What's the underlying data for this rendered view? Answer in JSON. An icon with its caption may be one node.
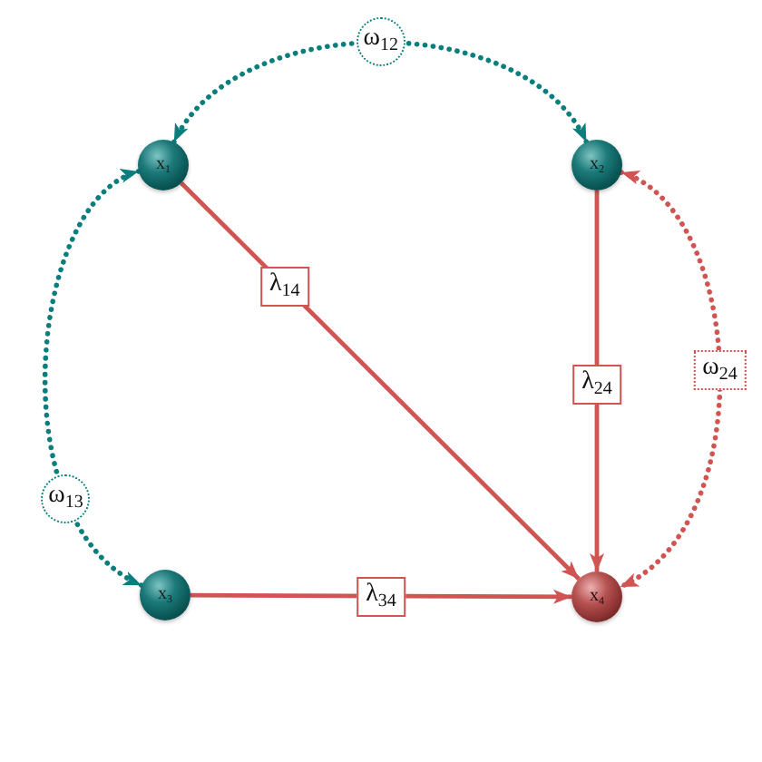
{
  "diagram": {
    "nodes": [
      {
        "text": [
          "x$_{1}$"
        ]
      },
      {
        "text": [
          "x$_{2}$"
        ]
      },
      {
        "text": [
          "x$_{3}$"
        ]
      },
      {
        "text": [
          "x$_{4}$"
        ]
      }
    ],
    "edges": [
      {
        "from": 0,
        "to": 1,
        "arrow": "both",
        "label": "ω$_{12}$",
        "style": "dashed",
        "color": "#0a7d7d"
      },
      {
        "from": 0,
        "to": 2,
        "arrow": "both",
        "label": "ω$_{13}$",
        "style": "dashed",
        "color": "#0a7d7d"
      },
      {
        "from": 0,
        "to": 3,
        "arrow": "to",
        "label": "λ$_{14}$"
      },
      {
        "from": 1,
        "to": 3,
        "arrow": "to",
        "label": "λ$_{24}$"
      },
      {
        "from": 1,
        "to": 3,
        "arrow": "both",
        "label": "ω$_{24}$",
        "style": "dashed"
      },
      {
        "from": 2,
        "to": 3,
        "arrow": "to",
        "label": "λ$_{34}$"
      }
    ]
  }
}
